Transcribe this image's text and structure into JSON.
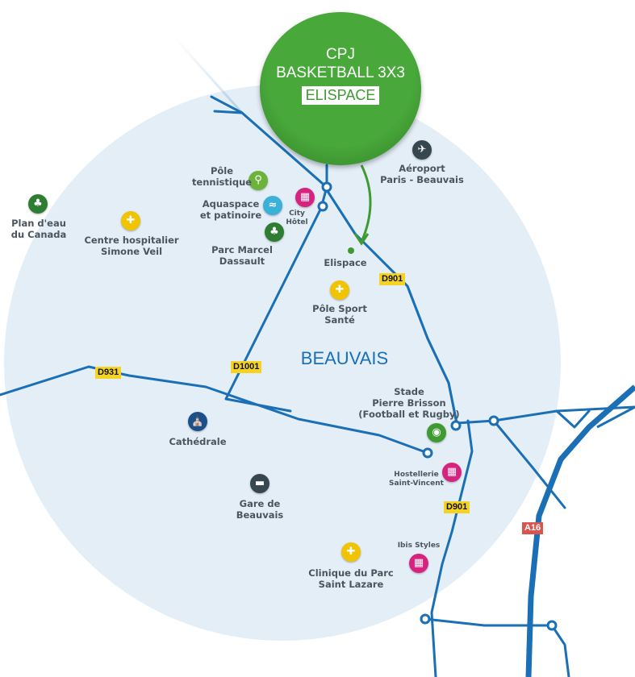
{
  "bubble": {
    "line1": "CPJ",
    "line2": "BASKETBALL 3X3",
    "tag": "ELISPACE"
  },
  "city": "BEAUVAIS",
  "roads": {
    "d901_north": "D901",
    "d901_south": "D901",
    "d931": "D931",
    "d1001": "D1001",
    "a16": "A16"
  },
  "places": {
    "airport": "Aéroport\nParis - Beauvais",
    "tennis": "Pôle\ntennistique",
    "aquaspace": "Aquaspace\net patinoire",
    "city_hotel": "City\nHôtel",
    "parc_marcel": "Parc Marcel\nDassault",
    "elispace": "Elispace",
    "plan_eau": "Plan d'eau\ndu Canada",
    "hospital": "Centre hospitalier\nSimone Veil",
    "pole_sport": "Pôle Sport\nSanté",
    "stade": "Stade\nPierre Brisson\n(Football et Rugby)",
    "cathedrale": "Cathédrale",
    "hostellerie": "Hostellerie\nSaint-Vincent",
    "gare": "Gare de\nBeauvais",
    "ibis": "Ibis Styles",
    "clinique": "Clinique du Parc\nSaint Lazare"
  },
  "colors": {
    "road": "#1a6fb5",
    "zone": "#e3eef7",
    "green": "#3f9a32",
    "hotel": "#d6237f",
    "health": "#f0c400",
    "nature": "#2e7d32",
    "transport": "#37474f",
    "sport": "#6bb33a",
    "aqua": "#3bb0d8"
  }
}
